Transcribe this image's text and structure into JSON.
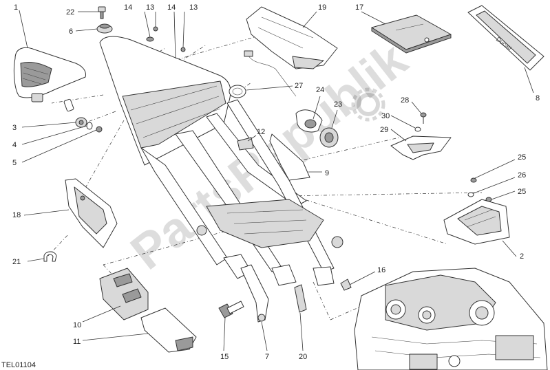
{
  "diagram": {
    "code": "TEL01104",
    "watermark": "PartsRepublik",
    "labels": [
      {
        "id": "l1",
        "text": "1"
      },
      {
        "id": "l22",
        "text": "22"
      },
      {
        "id": "l6",
        "text": "6"
      },
      {
        "id": "l14a",
        "text": "14"
      },
      {
        "id": "l13a",
        "text": "13"
      },
      {
        "id": "l14b",
        "text": "14"
      },
      {
        "id": "l13b",
        "text": "13"
      },
      {
        "id": "l19",
        "text": "19"
      },
      {
        "id": "l17",
        "text": "17"
      },
      {
        "id": "l8",
        "text": "8"
      },
      {
        "id": "l27",
        "text": "27"
      },
      {
        "id": "l24",
        "text": "24"
      },
      {
        "id": "l23",
        "text": "23"
      },
      {
        "id": "l28",
        "text": "28"
      },
      {
        "id": "l30",
        "text": "30"
      },
      {
        "id": "l29",
        "text": "29"
      },
      {
        "id": "l3",
        "text": "3"
      },
      {
        "id": "l4",
        "text": "4"
      },
      {
        "id": "l5",
        "text": "5"
      },
      {
        "id": "l12",
        "text": "12"
      },
      {
        "id": "l9",
        "text": "9"
      },
      {
        "id": "l25a",
        "text": "25"
      },
      {
        "id": "l26",
        "text": "26"
      },
      {
        "id": "l25b",
        "text": "25"
      },
      {
        "id": "l18",
        "text": "18"
      },
      {
        "id": "l2",
        "text": "2"
      },
      {
        "id": "l21",
        "text": "21"
      },
      {
        "id": "l16",
        "text": "16"
      },
      {
        "id": "l10",
        "text": "10"
      },
      {
        "id": "l11",
        "text": "11"
      },
      {
        "id": "l15",
        "text": "15"
      },
      {
        "id": "l7",
        "text": "7"
      },
      {
        "id": "l20",
        "text": "20"
      }
    ]
  }
}
